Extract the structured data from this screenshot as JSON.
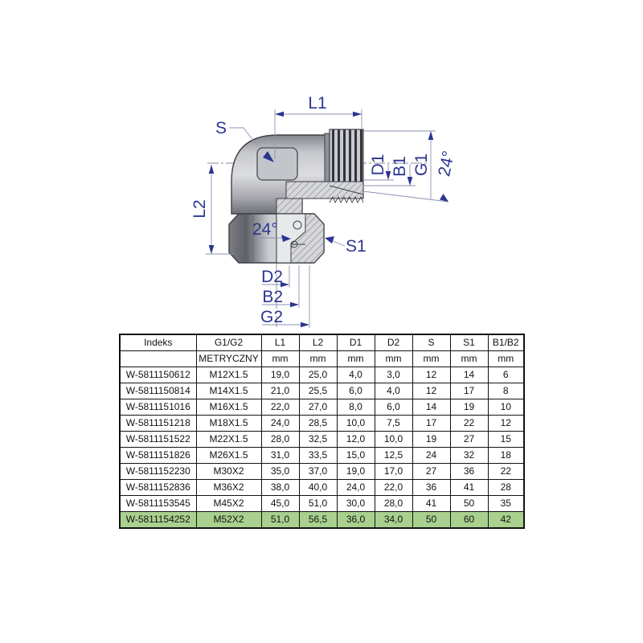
{
  "drawing": {
    "dim_labels": {
      "l1": "L1",
      "l2": "L2",
      "s": "S",
      "s1": "S1",
      "d1": "D1",
      "b1": "B1",
      "g1": "G1",
      "d2": "D2",
      "b2": "B2",
      "g2": "G2",
      "cone_angle_right": "24°",
      "cone_angle_inner": "24°"
    },
    "colors": {
      "label_navy": "#2b3590",
      "body_gray": "#b6b7bd"
    }
  },
  "table": {
    "headers": [
      "Indeks",
      "G1/G2",
      "L1",
      "L2",
      "D1",
      "D2",
      "S",
      "S1",
      "B1/B2"
    ],
    "units": [
      "",
      "METRYCZNY",
      "mm",
      "mm",
      "mm",
      "mm",
      "mm",
      "mm",
      "mm"
    ],
    "rows": [
      [
        "W-5811150612",
        "M12X1.5",
        "19,0",
        "25,0",
        "4,0",
        "3,0",
        "12",
        "14",
        "6"
      ],
      [
        "W-5811150814",
        "M14X1.5",
        "21,0",
        "25,5",
        "6,0",
        "4,0",
        "12",
        "17",
        "8"
      ],
      [
        "W-5811151016",
        "M16X1.5",
        "22,0",
        "27,0",
        "8,0",
        "6,0",
        "14",
        "19",
        "10"
      ],
      [
        "W-5811151218",
        "M18X1.5",
        "24,0",
        "28,5",
        "10,0",
        "7,5",
        "17",
        "22",
        "12"
      ],
      [
        "W-5811151522",
        "M22X1.5",
        "28,0",
        "32,5",
        "12,0",
        "10,0",
        "19",
        "27",
        "15"
      ],
      [
        "W-5811151826",
        "M26X1.5",
        "31,0",
        "33,5",
        "15,0",
        "12,5",
        "24",
        "32",
        "18"
      ],
      [
        "W-5811152230",
        "M30X2",
        "35,0",
        "37,0",
        "19,0",
        "17,0",
        "27",
        "36",
        "22"
      ],
      [
        "W-5811152836",
        "M36X2",
        "38,0",
        "40,0",
        "24,0",
        "22,0",
        "36",
        "41",
        "28"
      ],
      [
        "W-5811153545",
        "M45X2",
        "45,0",
        "51,0",
        "30,0",
        "28,0",
        "41",
        "50",
        "35"
      ],
      [
        "W-5811154252",
        "M52X2",
        "51,0",
        "56,5",
        "36,0",
        "34,0",
        "50",
        "60",
        "42"
      ]
    ],
    "highlight_row_index": 9,
    "highlight_color": "#a9d08e"
  }
}
